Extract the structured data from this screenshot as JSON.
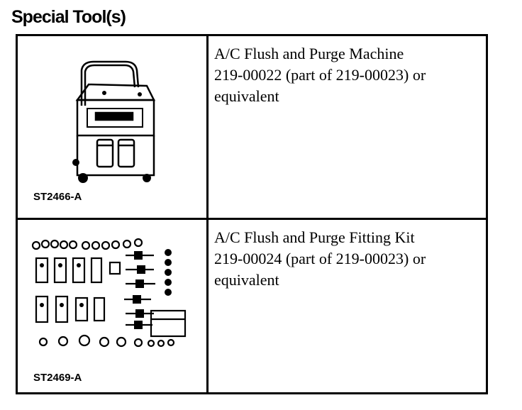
{
  "page": {
    "heading": "Special Tool(s)"
  },
  "tools": [
    {
      "description": "A/C Flush and Purge Machine\n219-00022 (part of 219-00023) or\nequivalent",
      "code": "ST2466-A",
      "icon": "flush-purge-machine-icon"
    },
    {
      "description": "A/C Flush and Purge Fitting Kit\n219-00024 (part of 219-00023) or\nequivalent",
      "code": "ST2469-A",
      "icon": "fitting-kit-icon"
    }
  ]
}
